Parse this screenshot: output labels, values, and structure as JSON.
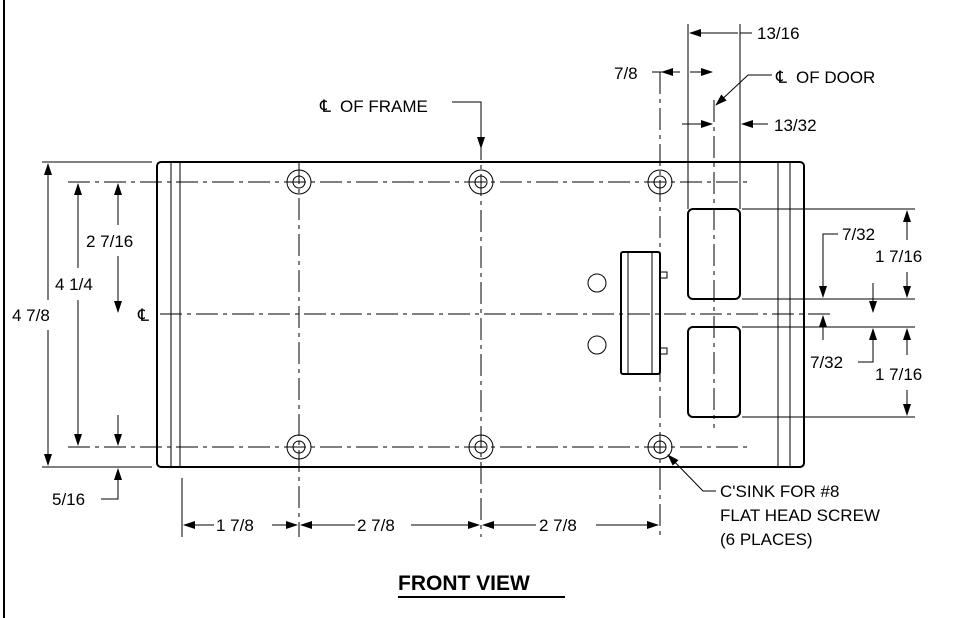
{
  "drawing": {
    "title": "FRONT VIEW",
    "callouts": {
      "cl_frame": "OF FRAME",
      "cl_door": "OF DOOR",
      "cl_symbol": "℄",
      "csink_line1": "C'SINK FOR #8",
      "csink_line2": "FLAT HEAD SCREW",
      "csink_line3": "(6 PLACES)"
    },
    "dims": {
      "d_13_16": "13/16",
      "d_7_8": "7/8",
      "d_13_32": "13/32",
      "d_2_7_16": "2 7/16",
      "d_4_1_4": "4 1/4",
      "d_4_7_8": "4 7/8",
      "d_5_16": "5/16",
      "d_7_32_top": "7/32",
      "d_1_7_16_top": "1 7/16",
      "d_7_32_bot": "7/32",
      "d_1_7_16_bot": "1 7/16",
      "d_1_7_8": "1 7/8",
      "d_2_7_8_a": "2 7/8",
      "d_2_7_8_b": "2 7/8"
    }
  }
}
